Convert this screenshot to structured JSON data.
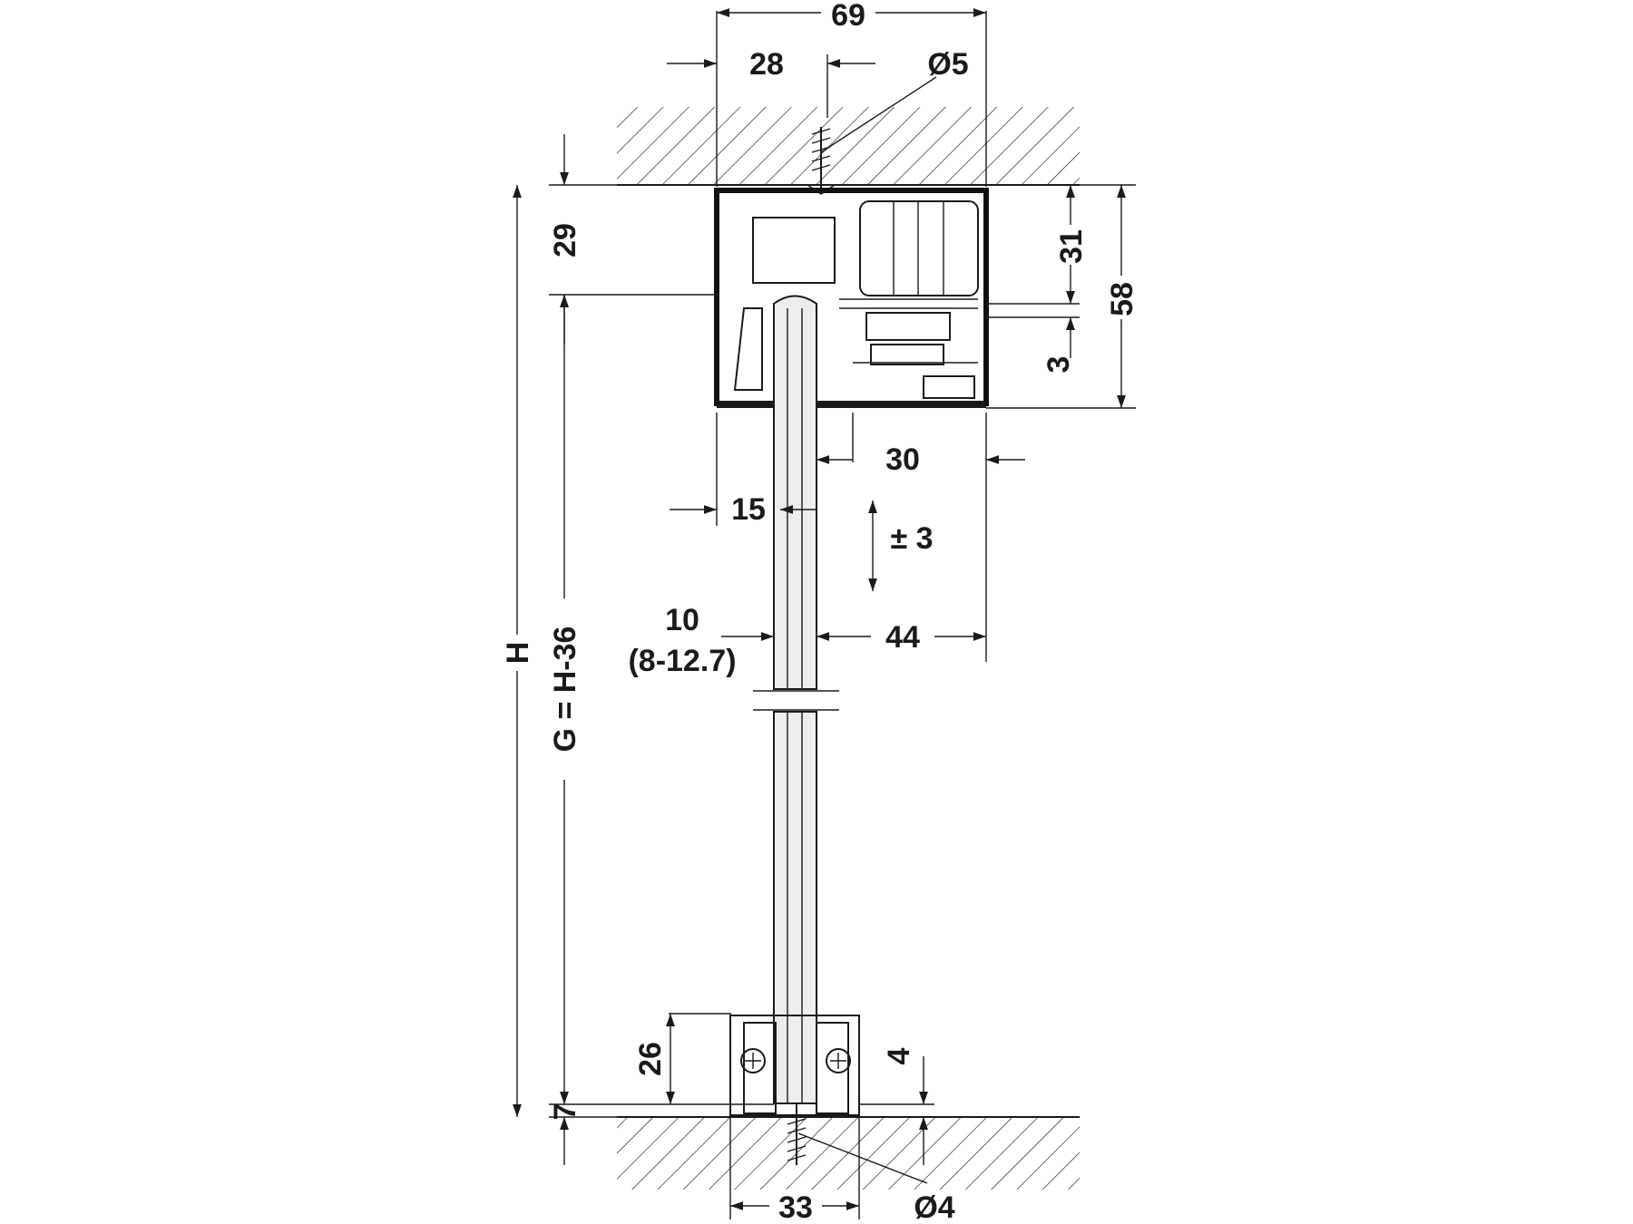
{
  "diagram": {
    "top_width": "69",
    "screw_offset": "28",
    "screw_top_diameter": "Ø5",
    "ceiling_gap": "29",
    "roller_height": "31",
    "track_height": "58",
    "adjust_gap": "3",
    "track_right": "30",
    "panel_offset": "15",
    "height_adjust": "± 3",
    "glass_thickness": "10",
    "glass_thickness_range": "(8-12.7)",
    "glass_to_edge": "44",
    "overall_height": "H",
    "glass_height": "G = H-36",
    "guide_height": "26",
    "floor_gap": "7",
    "guide_clearance": "4",
    "guide_width": "33",
    "screw_bottom_diameter": "Ø4"
  },
  "colors": {
    "line": "#1a1a1a",
    "panel": "#ededed",
    "background": "#ffffff"
  }
}
